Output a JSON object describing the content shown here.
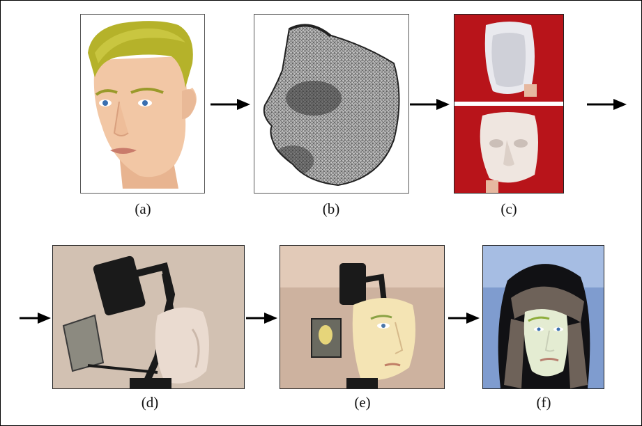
{
  "panels": {
    "a": {
      "caption": "(a)",
      "content": "3D head model"
    },
    "b": {
      "caption": "(b)",
      "content": "wireframe face mesh"
    },
    "c": {
      "caption": "(c)",
      "content": "physical mask photos"
    },
    "d": {
      "caption": "(d)",
      "content": "projector rig with blank mask"
    },
    "e": {
      "caption": "(e)",
      "content": "projector rig with projected face"
    },
    "f": {
      "caption": "(f)",
      "content": "projected face in fur hat"
    }
  },
  "colors": {
    "hair": "#b5b22a",
    "skin": "#f2c7a5",
    "mesh_bg": "#ffffff",
    "mask_bg_red": "#b8141a",
    "wall": "#d9c9bb",
    "rig_black": "#1a1a1a",
    "blue_bg": "#7f9ccf"
  }
}
